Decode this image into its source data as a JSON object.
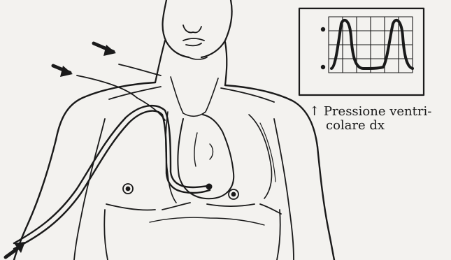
{
  "caption": {
    "arrow_glyph": "↑",
    "line1": "Pressione ventri-",
    "line2": "colare dx"
  },
  "ink_color": "#1a1a1a",
  "paper_color": "#f3f2ef",
  "monitor": {
    "waveform_label": "right ventricular pressure trace"
  }
}
